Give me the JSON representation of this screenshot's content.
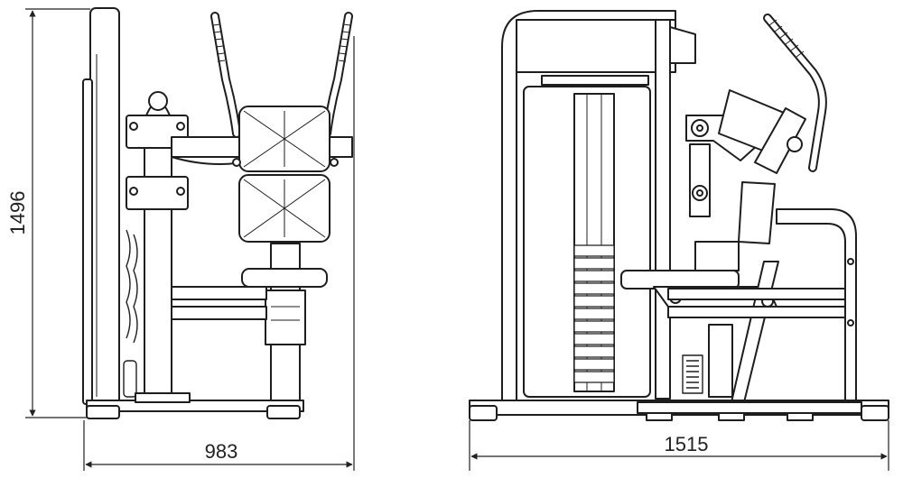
{
  "drawing": {
    "line_color": "#1e1e1e",
    "fill_color": "#ffffff",
    "shade_color": "#dcdcdc",
    "dimensions": {
      "height": "1496",
      "side_width": "983",
      "front_width": "1515"
    }
  }
}
